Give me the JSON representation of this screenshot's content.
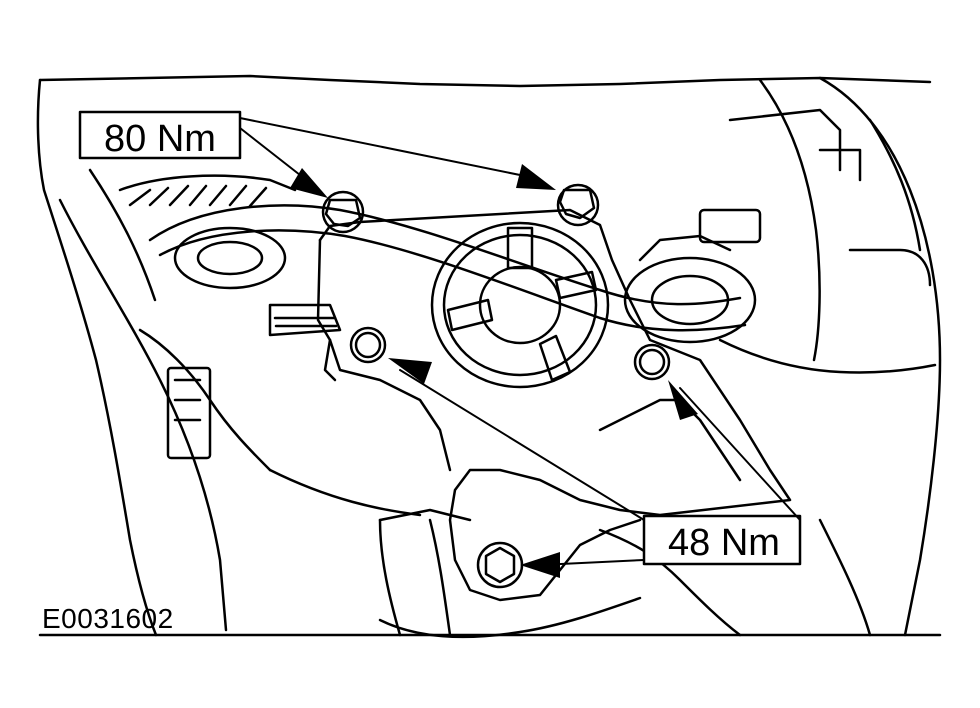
{
  "callouts": {
    "upper_torque": "80 Nm",
    "lower_torque": "48 Nm"
  },
  "figure_id": "E0031602",
  "colors": {
    "line": "#000000",
    "background": "#ffffff"
  }
}
